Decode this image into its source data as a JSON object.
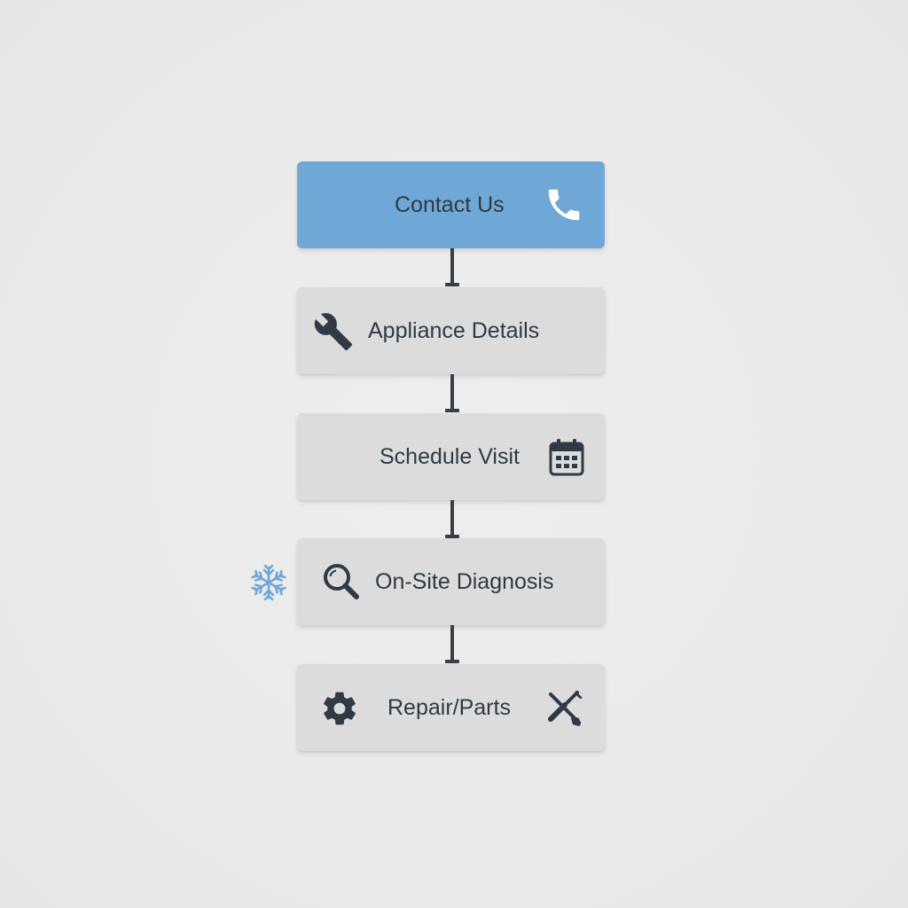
{
  "flow": {
    "steps": [
      {
        "label": "Contact Us",
        "icon": "phone-icon",
        "active": true
      },
      {
        "label": "Appliance Details",
        "icon": "wrench-icon",
        "active": false
      },
      {
        "label": "Schedule Visit",
        "icon": "calendar-icon",
        "active": false
      },
      {
        "label": "On-Site Diagnosis",
        "icon": "magnifier-icon",
        "active": false
      },
      {
        "label": "Repair/Parts",
        "icon": "gear-icon",
        "icon2": "screwdriver-wrench-icon",
        "active": false
      }
    ],
    "side_icon": "snowflake-icon"
  },
  "colors": {
    "active_fill": "#6fa8d6",
    "inactive_fill": "#dcdcdc",
    "text": "#2f3a44",
    "connector": "#34404b",
    "snowflake": "#6fa8d6"
  }
}
